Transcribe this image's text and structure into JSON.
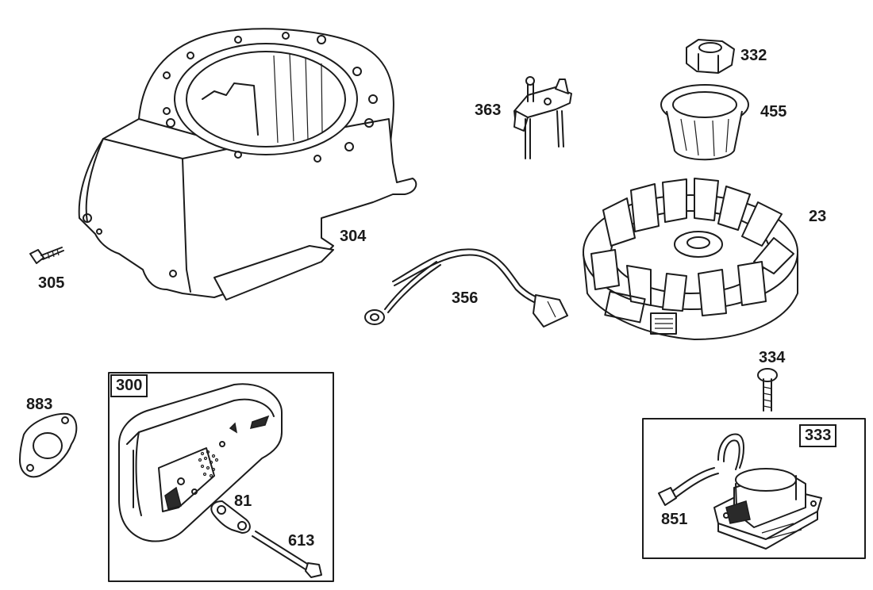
{
  "labels": {
    "p304": "304",
    "p305": "305",
    "p363": "363",
    "p332": "332",
    "p455": "455",
    "p23": "23",
    "p356": "356",
    "p334": "334",
    "p883": "883",
    "p300": "300",
    "p81": "81",
    "p613": "613",
    "p333": "333",
    "p851": "851"
  },
  "colors": {
    "line": "#1c1c1c",
    "background": "#ffffff"
  }
}
